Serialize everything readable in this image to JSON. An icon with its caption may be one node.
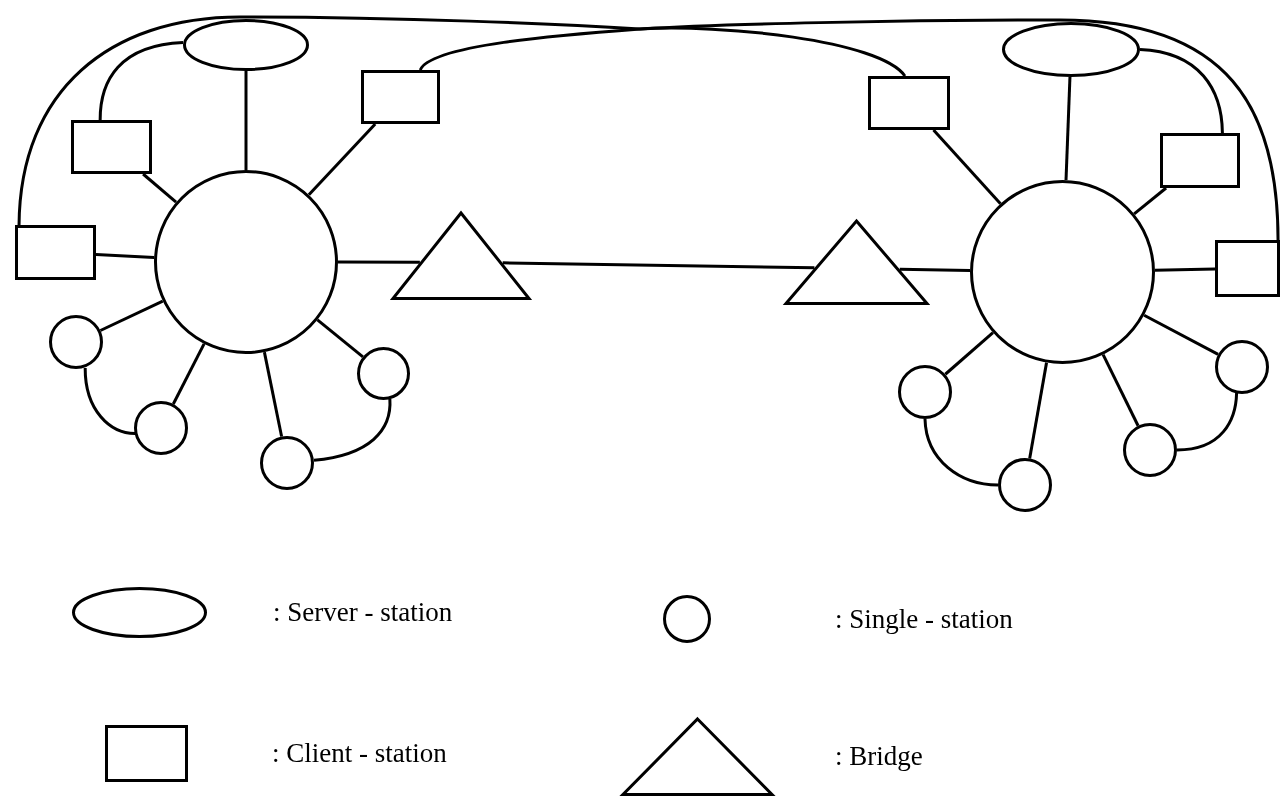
{
  "diagram": {
    "nodes": [
      {
        "text": [],
        "shape": "ellipse"
      },
      {
        "text": [],
        "shape": "box"
      },
      {
        "text": [],
        "shape": "box"
      },
      {
        "text": [],
        "shape": "ellipse"
      },
      {
        "text": [],
        "shape": "box"
      },
      {
        "text": [],
        "shape": "box"
      },
      {
        "text": [],
        "shape": "circle"
      },
      {
        "text": [],
        "shape": "box"
      },
      {
        "text": [],
        "shape": "triangle"
      },
      {
        "text": [],
        "shape": "triangle"
      },
      {
        "text": [],
        "shape": "circle"
      },
      {
        "text": [],
        "shape": "box"
      },
      {
        "text": [],
        "shape": "circle"
      },
      {
        "text": [],
        "shape": "circle"
      },
      {
        "text": [],
        "shape": "circle"
      },
      {
        "text": [],
        "shape": "circle"
      },
      {
        "text": [],
        "shape": "circle"
      },
      {
        "text": [],
        "shape": "circle"
      },
      {
        "text": [],
        "shape": "circle"
      },
      {
        "text": [],
        "shape": "circle"
      }
    ],
    "edges": [
      {
        "from": 7,
        "to": 11,
        "arrow": "none"
      },
      {
        "from": 1,
        "to": 2,
        "arrow": "none"
      },
      {
        "from": 0,
        "to": 4,
        "arrow": "none"
      },
      {
        "from": 0,
        "to": 6,
        "arrow": "none"
      },
      {
        "from": 4,
        "to": 6,
        "arrow": "none"
      },
      {
        "from": 7,
        "to": 6,
        "arrow": "none"
      },
      {
        "from": 1,
        "to": 6,
        "arrow": "none"
      },
      {
        "from": 6,
        "to": 8,
        "arrow": "none"
      },
      {
        "from": 6,
        "to": 12,
        "arrow": "none"
      },
      {
        "from": 6,
        "to": 16,
        "arrow": "none"
      },
      {
        "from": 6,
        "to": 18,
        "arrow": "none"
      },
      {
        "from": 6,
        "to": 14,
        "arrow": "none"
      },
      {
        "from": 12,
        "to": 16,
        "arrow": "none"
      },
      {
        "from": 18,
        "to": 14,
        "arrow": "none"
      },
      {
        "from": 8,
        "to": 9,
        "arrow": "none"
      },
      {
        "from": 9,
        "to": 10,
        "arrow": "none"
      },
      {
        "from": 3,
        "to": 10,
        "arrow": "none"
      },
      {
        "from": 3,
        "to": 5,
        "arrow": "none"
      },
      {
        "from": 2,
        "to": 10,
        "arrow": "none"
      },
      {
        "from": 10,
        "to": 5,
        "arrow": "none"
      },
      {
        "from": 10,
        "to": 11,
        "arrow": "none"
      },
      {
        "from": 10,
        "to": 15,
        "arrow": "none"
      },
      {
        "from": 10,
        "to": 19,
        "arrow": "none"
      },
      {
        "from": 10,
        "to": 17,
        "arrow": "none"
      },
      {
        "from": 10,
        "to": 13,
        "arrow": "none"
      },
      {
        "from": 15,
        "to": 19,
        "arrow": "none"
      },
      {
        "from": 17,
        "to": 13,
        "arrow": "none"
      }
    ],
    "legend": [
      {
        "text": ": Server - station"
      },
      {
        "text": ": Single - station"
      },
      {
        "text": ": Client - station"
      },
      {
        "text": ": Bridge"
      }
    ]
  }
}
